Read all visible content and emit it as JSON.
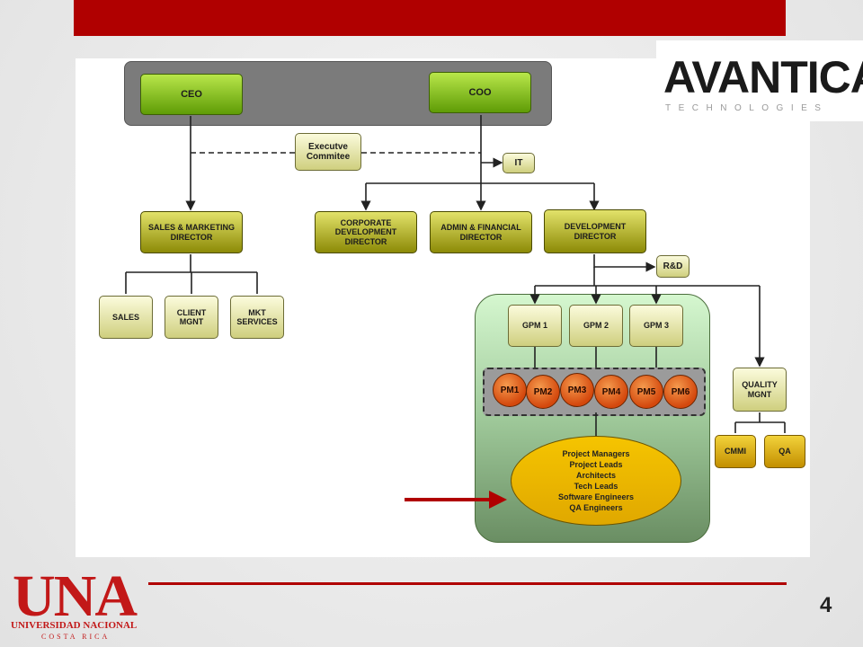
{
  "logos": {
    "avantica_name": "AVANTICA",
    "avantica_tagline": "TECHNOLOGIES",
    "una_name": "UNA",
    "una_subtitle": "UNIVERSIDAD NACIONAL",
    "una_country": "COSTA RICA"
  },
  "page_number": "4",
  "org": {
    "ceo": "CEO",
    "coo": "COO",
    "executive_committee": "Executve Commitee",
    "it": "IT",
    "sales_marketing": "SALES & MARKETING DIRECTOR",
    "corporate_development": "CORPORATE DEVELOPMENT DIRECTOR",
    "admin_financial": "ADMIN & FINANCIAL DIRECTOR",
    "development": "DEVELOPMENT DIRECTOR",
    "sales": "SALES",
    "client_mgnt": "CLIENT MGNT",
    "mkt_services": "MKT SERVICES",
    "rnd": "R&D",
    "gpm": [
      "GPM 1",
      "GPM 2",
      "GPM 3"
    ],
    "pms": [
      "PM1",
      "PM2",
      "PM3",
      "PM4",
      "PM5",
      "PM6"
    ],
    "quality_mgnt": "QUALITY MGNT",
    "cmmi": "CMMI",
    "qa": "QA",
    "team": [
      "Project Managers",
      "Project Leads",
      "Architects",
      "Tech Leads",
      "Software Engineers",
      "QA Engineers"
    ]
  },
  "colors": {
    "brand_red": "#b00000",
    "lime_node": "#7fc31c",
    "olive_node": "#b8b418",
    "pm_orange": "#e8641a",
    "team_gold": "#f2c100",
    "pointer_arrow": "#b00000"
  }
}
